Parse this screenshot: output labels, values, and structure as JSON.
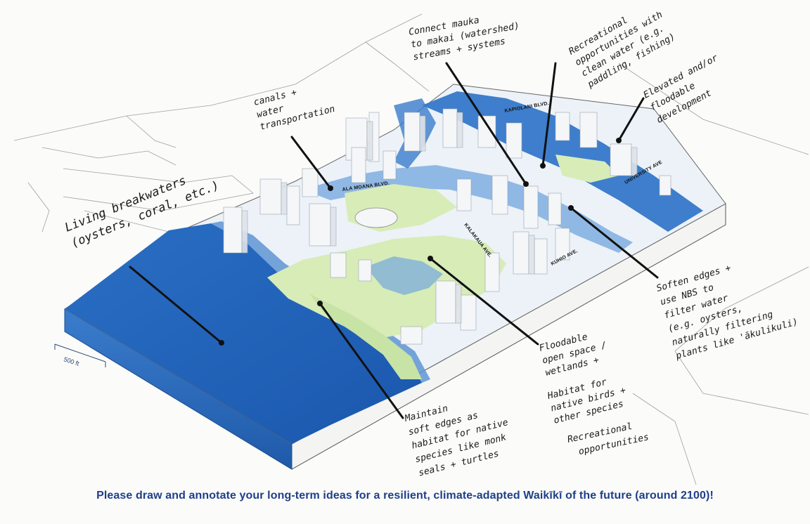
{
  "caption": "Please draw and annotate your long-term ideas for a resilient, climate-adapted Waikīkī of the future (around 2100)!",
  "scale_label": "500 ft",
  "streets": {
    "ala_moana": "ALA MOANA BLVD.",
    "kalakaua": "KALAKAUA AVE.",
    "kuhio": "KUHIO AVE.",
    "kapiolani": "KAPIOLANI BLVD.",
    "university": "UNIVERSITY AVE"
  },
  "notes": {
    "living_breakwaters": [
      "Living breakwaters",
      "(oysters, coral, etc.)"
    ],
    "canals": [
      "canals +",
      "water",
      "transportation"
    ],
    "connect_mauka": [
      "Connect mauka",
      "to makai (watershed)",
      "streams + systems"
    ],
    "recreational_top": [
      "Recreational",
      "opportunities with",
      "clean water (e.g.",
      "paddling, fishing)"
    ],
    "elevated": [
      "Elevated and/or",
      "floodable",
      "development"
    ],
    "soften_edges": [
      "Soften edges +",
      "use NBS to",
      "filter water",
      "(e.g. oysters,",
      "naturally filtering",
      "plants like 'ākulikuli)"
    ],
    "floodable": [
      "Floodable",
      "open space /",
      "wetlands +"
    ],
    "habitat_birds": [
      "Habitat for",
      "native birds +",
      "other species"
    ],
    "recreational_bottom": [
      "Recreational",
      "opportunities"
    ],
    "maintain_edges": [
      "Maintain",
      "soft edges as",
      "habitat for native",
      "species like monk",
      "seals + turtles"
    ]
  },
  "colors": {
    "ocean": "#1d5fb8",
    "water_channel": "#2f74c8",
    "park_green": "#d8ecb8",
    "building": "#f2f4f6",
    "caption": "#1f3f8a"
  }
}
